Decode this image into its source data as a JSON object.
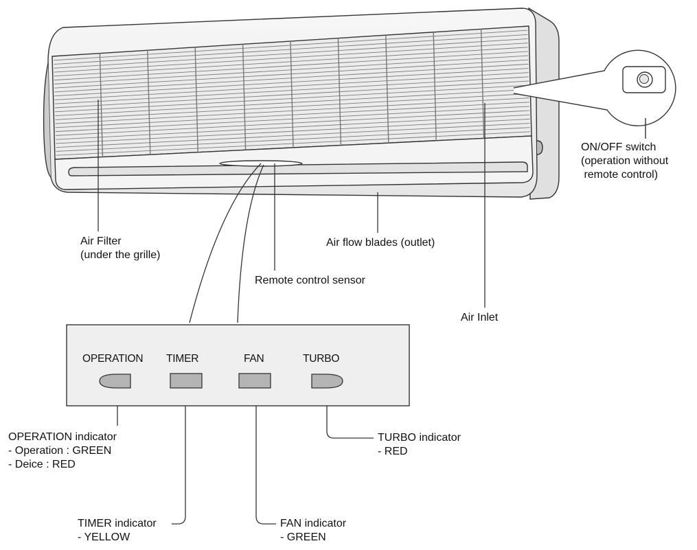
{
  "labels": {
    "air_filter": [
      "Air Filter",
      "(under the grille)"
    ],
    "air_flow_blades": "Air flow blades (outlet)",
    "remote_sensor": "Remote control sensor",
    "air_inlet": "Air Inlet",
    "onoff_switch": [
      "ON/OFF switch",
      "(operation without",
      " remote control)"
    ]
  },
  "panel": {
    "operation": "OPERATION",
    "timer": "TIMER",
    "fan": "FAN",
    "turbo": "TURBO"
  },
  "indicators": {
    "operation": [
      "OPERATION indicator",
      "- Operation : GREEN",
      "- Deice : RED"
    ],
    "timer": [
      "TIMER indicator",
      "- YELLOW"
    ],
    "fan": [
      "FAN indicator",
      "- GREEN"
    ],
    "turbo": [
      "TURBO indicator",
      "- RED"
    ]
  },
  "colors": {
    "line": "#333333",
    "panel_fill": "#efefef",
    "lamp_fill": "#b4b4b4"
  }
}
